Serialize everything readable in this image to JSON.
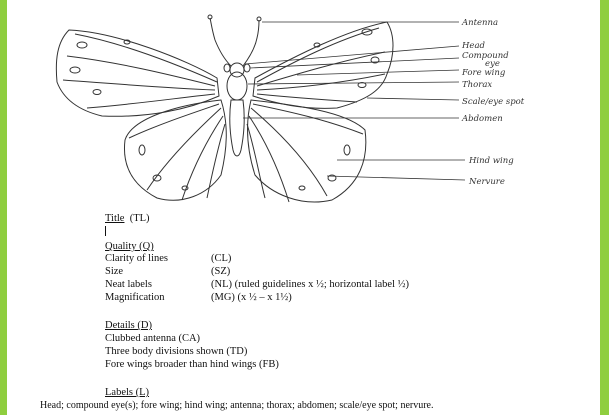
{
  "labels": {
    "antenna": "Antenna",
    "head": "Head",
    "compound_eye_1": "Compound",
    "compound_eye_2": "eye",
    "fore_wing": "Fore wing",
    "thorax": "Thorax",
    "scale_eye_spot": "Scale/eye spot",
    "abdomen": "Abdomen",
    "hind_wing": "Hind wing",
    "nervure": "Nervure"
  },
  "rubric": {
    "title_heading": "Title",
    "title_code": "(TL)",
    "quality_heading": "Quality (Q)",
    "quality_items": [
      {
        "name": "Clarity of lines",
        "code": "(CL)"
      },
      {
        "name": "Size",
        "code": "(SZ)"
      },
      {
        "name": "Neat labels",
        "code": "(NL) (ruled guidelines x ½; horizontal label ½)"
      },
      {
        "name": "Magnification",
        "code": "(MG)   (x ½ – x 1½)"
      }
    ],
    "details_heading": "Details (D)",
    "details_items": [
      "Clubbed antenna (CA)",
      "Three body divisions shown (TD)",
      "Fore wings broader than hind wings (FB)"
    ],
    "labels_heading": "Labels (L)",
    "labels_line": "Head; compound eye(s); fore wing; hind wing; antenna; thorax; abdomen; scale/eye spot; nervure."
  },
  "colors": {
    "border": "#8fce3f",
    "ink": "#333333"
  }
}
